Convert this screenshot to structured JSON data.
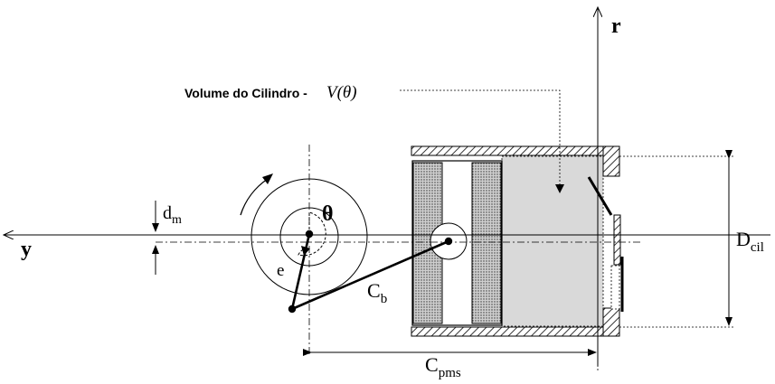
{
  "labels": {
    "volume_title": "Volume do Cilindro -",
    "volume_symbol": "V(θ)",
    "axis_r": "r",
    "axis_y": "y",
    "theta": "θ",
    "e": "e",
    "d_base": "d",
    "d_sub": "m",
    "c_base": "C",
    "c_sub": "b",
    "cpms_base": "C",
    "cpms_sub": "pms",
    "dcil_base": "D",
    "dcil_sub": "cil"
  }
}
